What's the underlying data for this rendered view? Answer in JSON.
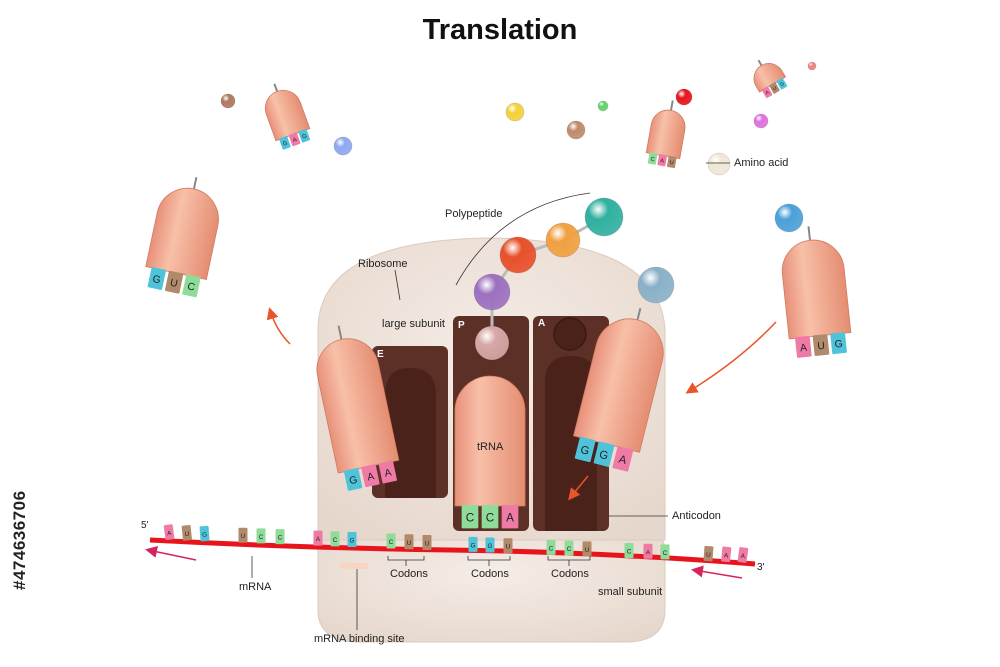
{
  "title": "Translation",
  "labels": {
    "ribosome": "Ribosome",
    "large_subunit": "large subunit",
    "small_subunit": "small subunit",
    "polypeptide": "Polypeptide",
    "amino_acid": "Amino acid",
    "trna": "tRNA",
    "anticodon": "Anticodon",
    "mrna": "mRNA",
    "mrna_binding_site": "mRNA binding site",
    "codons": [
      "Codons",
      "Codons",
      "Codons"
    ],
    "site_e": "E",
    "site_p": "P",
    "site_a": "A",
    "five_prime": "5'",
    "three_prime": "3'"
  },
  "watermark": "#474636706",
  "colors": {
    "trna_body": "#f0a88e",
    "ribosome": "#efe4dc",
    "site_dark": "#5c3027",
    "mrna_strand": "#e8141c",
    "arrow": "#e8552a",
    "nuc_A": "#f07aa6",
    "nuc_G": "#4fc3d9",
    "nuc_C": "#8fdc9a",
    "nuc_U": "#b08a6a"
  }
}
